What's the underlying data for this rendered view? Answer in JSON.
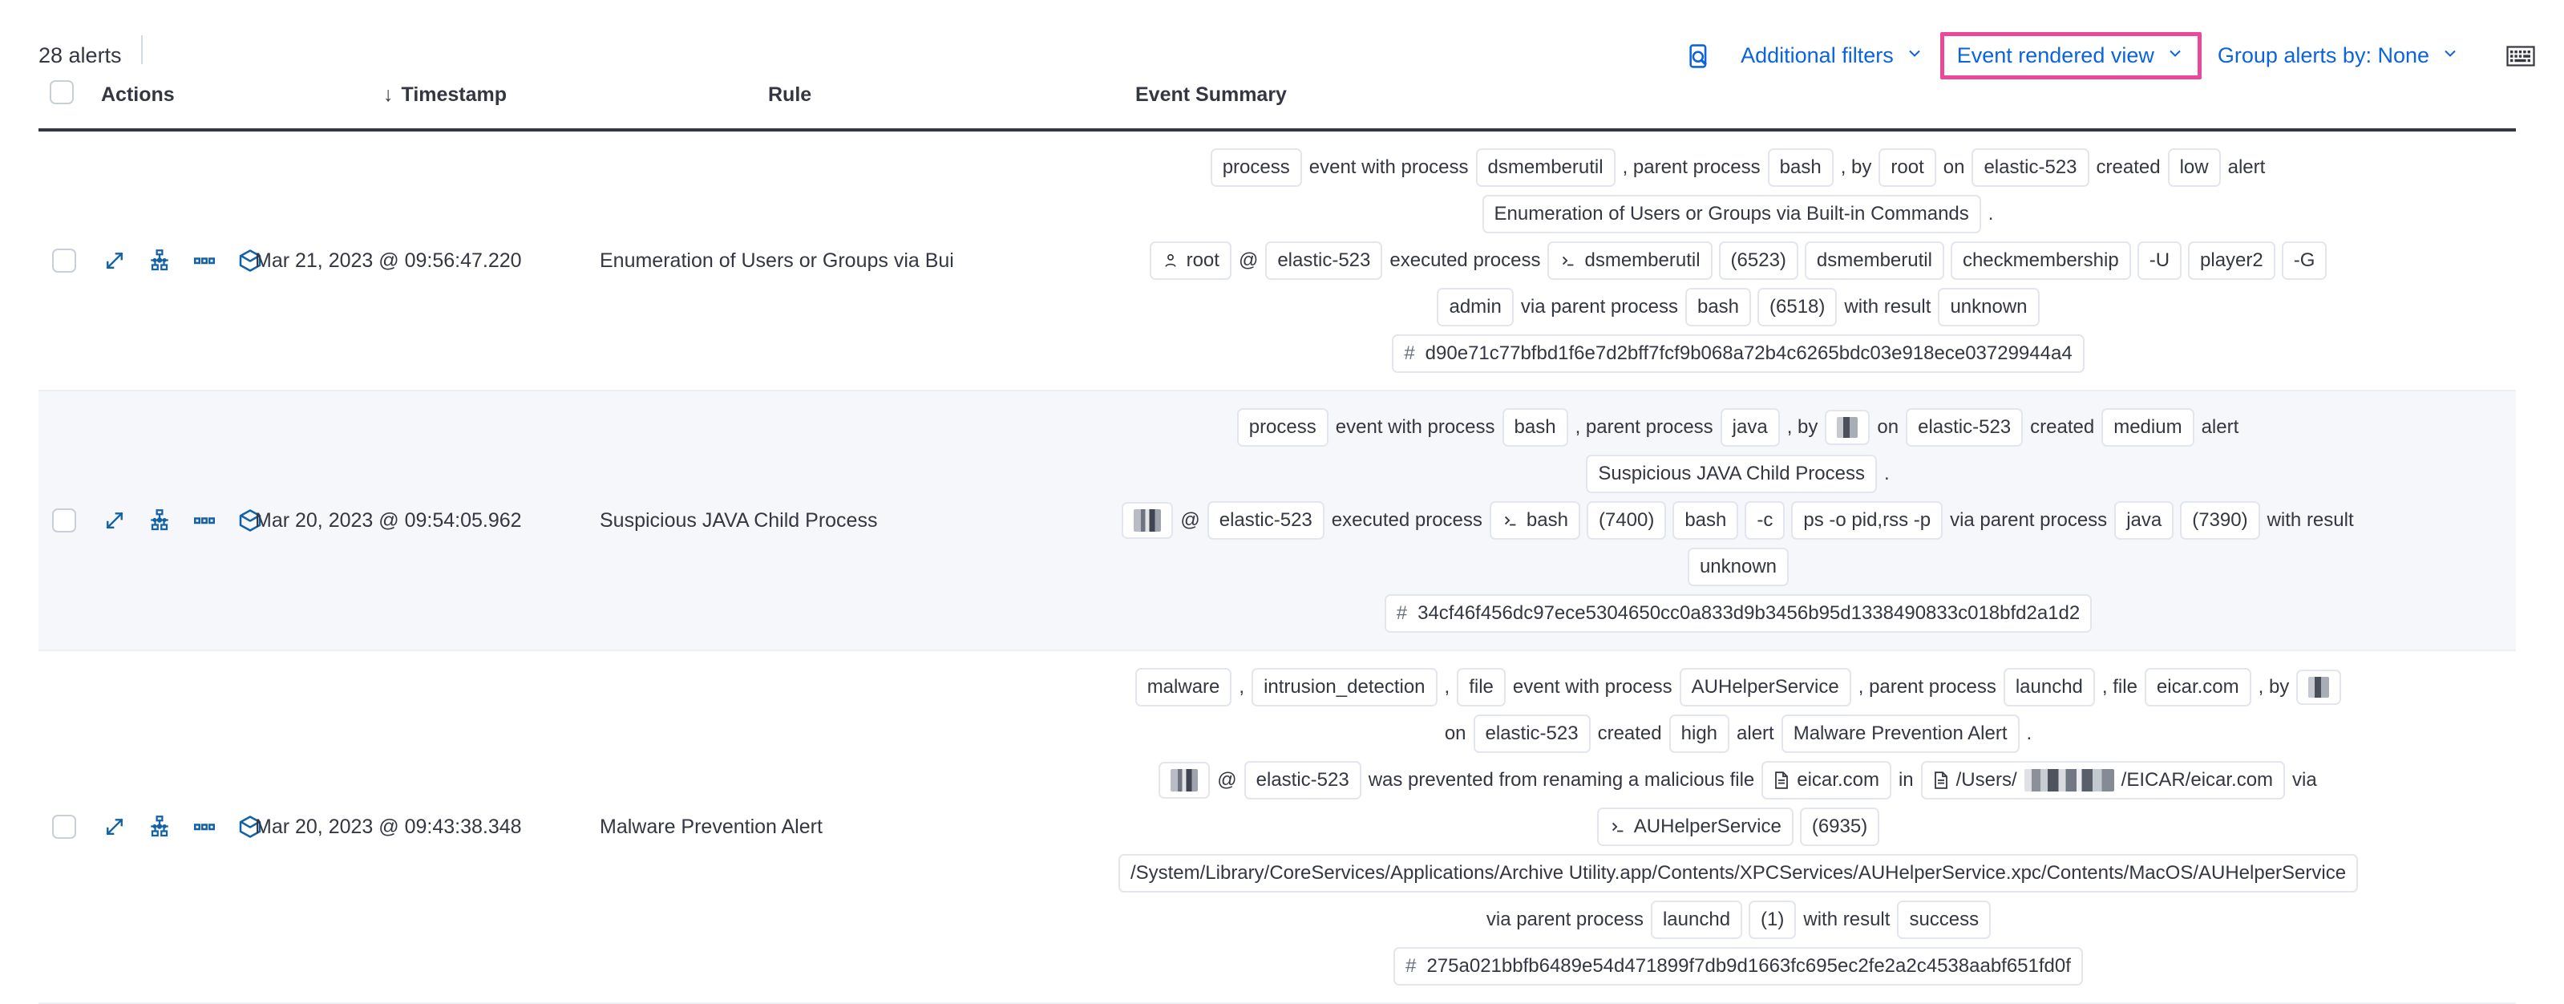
{
  "toolbar": {
    "alerts_count": "28 alerts",
    "search_icon": "inspect-search-icon",
    "additional_filters": "Additional filters",
    "event_rendered_view": "Event rendered view",
    "group_alerts_by": "Group alerts by: None",
    "keyboard_icon": "keyboard-shortcuts-icon",
    "highlight_color": "#ec4899",
    "link_color": "#0b64dd",
    "chevron": "⌄"
  },
  "table": {
    "columns": {
      "actions": "Actions",
      "timestamp": "Timestamp",
      "rule": "Rule",
      "event_summary": "Event Summary",
      "sort_arrow": "↓"
    },
    "row_actions": [
      "expand-icon",
      "session-view-icon",
      "more-actions-icon",
      "analyzer-cube-icon"
    ],
    "rows": [
      {
        "timestamp": "Mar 21, 2023 @ 09:56:47.220",
        "rule": "Enumeration of Users or Groups via Bui",
        "shade": "plain",
        "summary_lines": [
          [
            {
              "t": "chip",
              "v": "process"
            },
            {
              "t": "txt",
              "v": "event with process"
            },
            {
              "t": "chip",
              "v": "dsmemberutil"
            },
            {
              "t": "txt",
              "v": ", parent process"
            },
            {
              "t": "chip",
              "v": "bash"
            },
            {
              "t": "txt",
              "v": ", by"
            },
            {
              "t": "chip",
              "v": "root"
            },
            {
              "t": "txt",
              "v": "on"
            },
            {
              "t": "chip",
              "v": "elastic-523"
            },
            {
              "t": "txt",
              "v": "created"
            },
            {
              "t": "chip",
              "v": "low"
            },
            {
              "t": "txt",
              "v": "alert"
            }
          ],
          [
            {
              "t": "chip",
              "v": "Enumeration of Users or Groups via Built-in Commands"
            },
            {
              "t": "txt",
              "v": "."
            }
          ],
          [
            {
              "t": "chip",
              "v": "root",
              "icon": "user-icon"
            },
            {
              "t": "txt",
              "v": "@"
            },
            {
              "t": "chip",
              "v": "elastic-523"
            },
            {
              "t": "txt",
              "v": "executed process"
            },
            {
              "t": "chip",
              "v": "dsmemberutil",
              "icon": "console-icon"
            },
            {
              "t": "chip",
              "v": "(6523)"
            },
            {
              "t": "chip",
              "v": "dsmemberutil"
            },
            {
              "t": "chip",
              "v": "checkmembership"
            },
            {
              "t": "chip",
              "v": "-U"
            },
            {
              "t": "chip",
              "v": "player2"
            },
            {
              "t": "chip",
              "v": "-G"
            }
          ],
          [
            {
              "t": "chip",
              "v": "admin"
            },
            {
              "t": "txt",
              "v": "via parent process"
            },
            {
              "t": "chip",
              "v": "bash"
            },
            {
              "t": "chip",
              "v": "(6518)"
            },
            {
              "t": "txt",
              "v": "with result"
            },
            {
              "t": "chip",
              "v": "unknown"
            }
          ],
          [
            {
              "t": "chip",
              "v": "d90e71c77bfbd1f6e7d2bff7fcf9b068a72b4c6265bdc03e918ece03729944a4",
              "icon": "hash-icon"
            }
          ]
        ]
      },
      {
        "timestamp": "Mar 20, 2023 @ 09:54:05.962",
        "rule": "Suspicious JAVA Child Process",
        "shade": "alt",
        "summary_lines": [
          [
            {
              "t": "chip",
              "v": "process"
            },
            {
              "t": "txt",
              "v": "event with process"
            },
            {
              "t": "chip",
              "v": "bash"
            },
            {
              "t": "txt",
              "v": ", parent process"
            },
            {
              "t": "chip",
              "v": "java"
            },
            {
              "t": "txt",
              "v": ", by"
            },
            {
              "t": "chip",
              "v": "",
              "redact": "tiny"
            },
            {
              "t": "txt",
              "v": "on"
            },
            {
              "t": "chip",
              "v": "elastic-523"
            },
            {
              "t": "txt",
              "v": "created"
            },
            {
              "t": "chip",
              "v": "medium"
            },
            {
              "t": "txt",
              "v": "alert"
            }
          ],
          [
            {
              "t": "chip",
              "v": "Suspicious JAVA Child Process"
            },
            {
              "t": "txt",
              "v": "."
            }
          ],
          [
            {
              "t": "chip",
              "v": "",
              "redact": "normal"
            },
            {
              "t": "txt",
              "v": "@"
            },
            {
              "t": "chip",
              "v": "elastic-523"
            },
            {
              "t": "txt",
              "v": "executed process"
            },
            {
              "t": "chip",
              "v": "bash",
              "icon": "console-icon"
            },
            {
              "t": "chip",
              "v": "(7400)"
            },
            {
              "t": "chip",
              "v": "bash"
            },
            {
              "t": "chip",
              "v": "-c"
            },
            {
              "t": "chip",
              "v": "ps -o pid,rss -p"
            },
            {
              "t": "txt",
              "v": "via parent process"
            },
            {
              "t": "chip",
              "v": "java"
            },
            {
              "t": "chip",
              "v": "(7390)"
            },
            {
              "t": "txt",
              "v": "with result"
            }
          ],
          [
            {
              "t": "chip",
              "v": "unknown"
            }
          ],
          [
            {
              "t": "chip",
              "v": "34cf46f456dc97ece5304650cc0a833d9b3456b95d1338490833c018bfd2a1d2",
              "icon": "hash-icon"
            }
          ]
        ]
      },
      {
        "timestamp": "Mar 20, 2023 @ 09:43:38.348",
        "rule": "Malware Prevention Alert",
        "shade": "plain",
        "summary_lines": [
          [
            {
              "t": "chip",
              "v": "malware"
            },
            {
              "t": "txt",
              "v": ","
            },
            {
              "t": "chip",
              "v": "intrusion_detection"
            },
            {
              "t": "txt",
              "v": ","
            },
            {
              "t": "chip",
              "v": "file"
            },
            {
              "t": "txt",
              "v": "event with process"
            },
            {
              "t": "chip",
              "v": "AUHelperService"
            },
            {
              "t": "txt",
              "v": ", parent process"
            },
            {
              "t": "chip",
              "v": "launchd"
            },
            {
              "t": "txt",
              "v": ", file"
            },
            {
              "t": "chip",
              "v": "eicar.com"
            },
            {
              "t": "txt",
              "v": ", by"
            },
            {
              "t": "chip",
              "v": "",
              "redact": "tiny"
            }
          ],
          [
            {
              "t": "txt",
              "v": "on"
            },
            {
              "t": "chip",
              "v": "elastic-523"
            },
            {
              "t": "txt",
              "v": "created"
            },
            {
              "t": "chip",
              "v": "high"
            },
            {
              "t": "txt",
              "v": "alert"
            },
            {
              "t": "chip",
              "v": "Malware Prevention Alert"
            },
            {
              "t": "txt",
              "v": "."
            }
          ],
          [
            {
              "t": "chip",
              "v": "",
              "redact": "normal"
            },
            {
              "t": "txt",
              "v": "@"
            },
            {
              "t": "chip",
              "v": "elastic-523"
            },
            {
              "t": "txt",
              "v": "was prevented from renaming a malicious file"
            },
            {
              "t": "chip",
              "v": "eicar.com",
              "icon": "file-icon"
            },
            {
              "t": "txt",
              "v": "in"
            },
            {
              "t": "chip",
              "v": "/Users/",
              "suffix": "/EICAR/eicar.com",
              "icon": "file-icon",
              "redact": "wide-inline"
            },
            {
              "t": "txt",
              "v": "via"
            }
          ],
          [
            {
              "t": "chip",
              "v": "AUHelperService",
              "icon": "console-icon"
            },
            {
              "t": "chip",
              "v": "(6935)"
            }
          ],
          [
            {
              "t": "chip",
              "v": "/System/Library/CoreServices/Applications/Archive Utility.app/Contents/XPCServices/AUHelperService.xpc/Contents/MacOS/AUHelperService"
            }
          ],
          [
            {
              "t": "txt",
              "v": "via parent process"
            },
            {
              "t": "chip",
              "v": "launchd"
            },
            {
              "t": "chip",
              "v": "(1)"
            },
            {
              "t": "txt",
              "v": "with result"
            },
            {
              "t": "chip",
              "v": "success"
            }
          ],
          [
            {
              "t": "chip",
              "v": "275a021bbfb6489e54d471899f7db9d1663fc695ec2fe2a2c4538aabf651fd0f",
              "icon": "hash-icon"
            }
          ]
        ]
      }
    ]
  }
}
